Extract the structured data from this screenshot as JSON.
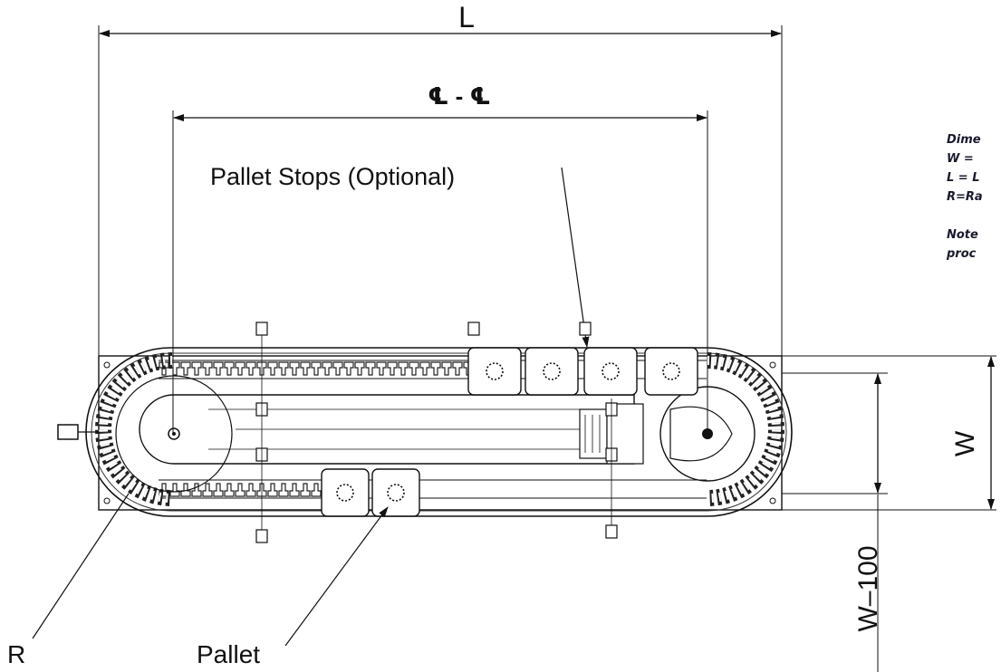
{
  "dimensions": {
    "length": "L",
    "center_to_center": "℄ - ℄",
    "width": "W",
    "width_minus": "W–100",
    "radius": "R"
  },
  "callouts": {
    "pallet_stops": "Pallet Stops (Optional)",
    "pallet": "Pallet"
  },
  "notes": {
    "lines": [
      "Dime",
      "W =",
      "L = L",
      "R=Ra",
      "",
      "Note",
      "proc"
    ]
  },
  "colors": {
    "line": "#111111",
    "note_text": "#1a1a2e"
  }
}
